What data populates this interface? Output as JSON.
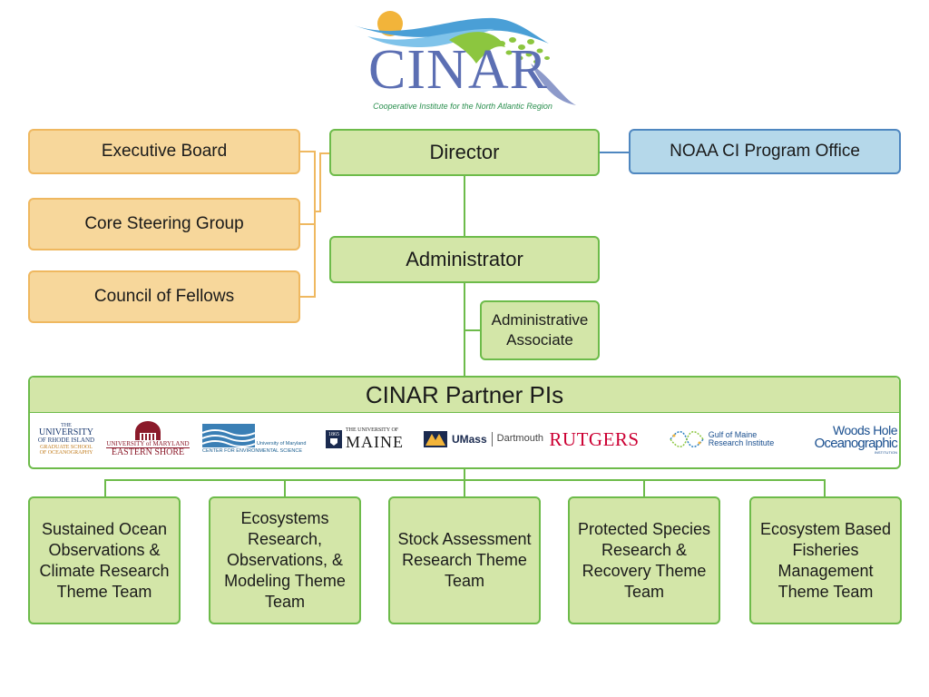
{
  "logo": {
    "title": "CINAR",
    "subtitle": "Cooperative Institute for the North Atlantic Region"
  },
  "org": {
    "director": "Director",
    "noaa": "NOAA CI Program Office",
    "executive_board": "Executive Board",
    "core_steering": "Core Steering Group",
    "council": "Council of Fellows",
    "administrator": "Administrator",
    "admin_associate": "Administrative Associate"
  },
  "partners": {
    "title": "CINAR Partner PIs",
    "uri": [
      "THE",
      "UNIVERSITY",
      "OF RHODE ISLAND",
      "GRADUATE SCHOOL",
      "OF OCEANOGRAPHY"
    ],
    "umes": [
      "UNIVERSITY of MARYLAND",
      "EASTERN SHORE"
    ],
    "umces": [
      "University of Maryland",
      "CENTER FOR ENVIRONMENTAL SCIENCE"
    ],
    "maine": [
      "1865",
      "THE UNIVERSITY OF",
      "MAINE"
    ],
    "umass": [
      "UMass",
      "Dartmouth"
    ],
    "rutgers": "RUTGERS",
    "gmri": [
      "Gulf of Maine",
      "Research Institute"
    ],
    "whoi": [
      "Woods Hole",
      "Oceanographic",
      "INSTITUTION"
    ]
  },
  "teams": [
    "Sustained Ocean Observations & Climate Research Theme Team",
    "Ecosystems Research, Observations, & Modeling Theme Team",
    "Stock Assessment Research Theme Team",
    "Protected Species Research & Recovery Theme Team",
    "Ecosystem Based Fisheries Management Theme Team"
  ],
  "colors": {
    "green_fill": "#d3e6a8",
    "green_border": "#6dbb4a",
    "orange_fill": "#f7d79b",
    "orange_border": "#efb860",
    "blue_fill": "#b5d8ea",
    "blue_border": "#4f87c0",
    "logo_blue": "#5c6fb3"
  }
}
